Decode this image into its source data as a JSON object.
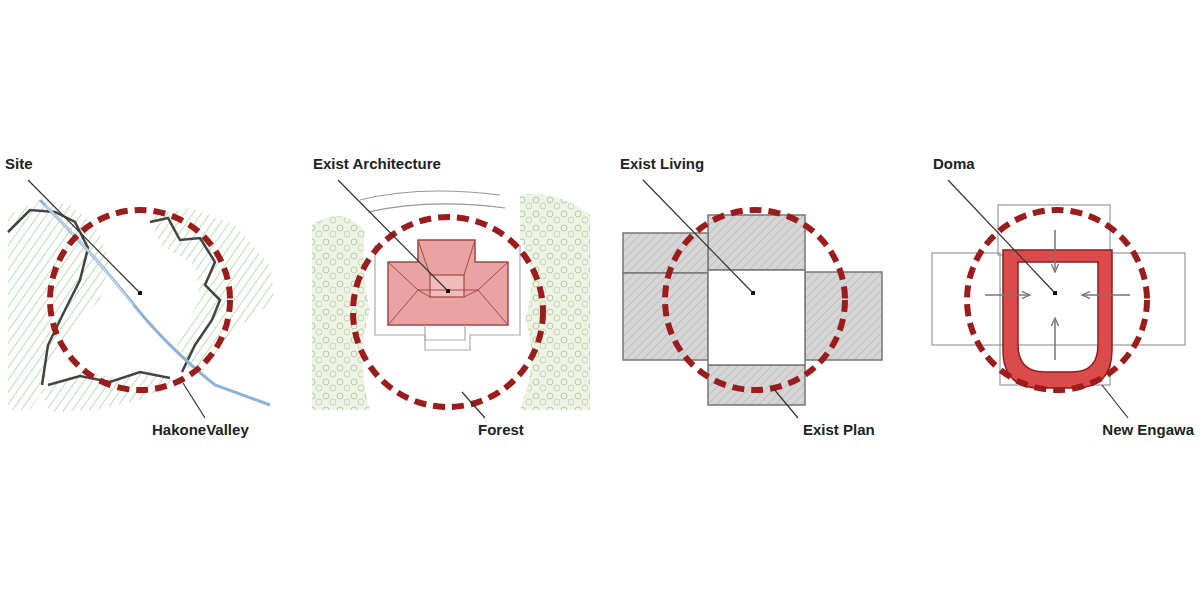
{
  "diagram": {
    "labels": [
      "Site",
      "HakoneValley",
      "Exist Architecture",
      "Forest",
      "Exist Living",
      "Exist Plan",
      "Doma",
      "New Engawa"
    ]
  }
}
